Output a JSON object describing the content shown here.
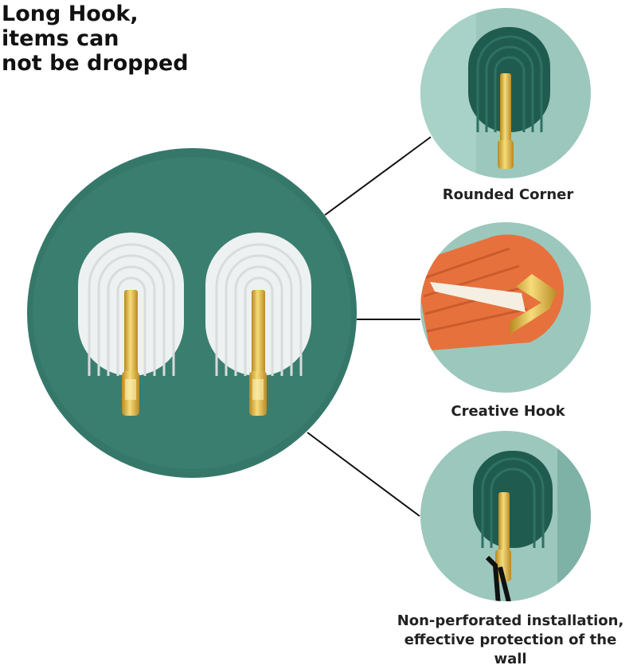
{
  "headline": {
    "lines": [
      "Long Hook,",
      "items can",
      "not be dropped"
    ]
  },
  "features": [
    {
      "caption": "Rounded Corner"
    },
    {
      "caption": "Creative Hook"
    },
    {
      "caption_lines": [
        "Non-perforated installation,",
        "effective protection of the wall"
      ]
    }
  ],
  "colors": {
    "main_circle": "#35786a",
    "detail_circle_bg": "#9cc7bd",
    "hook_plate_white": "#f1f3f3",
    "hook_plate_green": "#1f5c4f",
    "hook_plate_orange": "#e7713d",
    "gold": "#d9b24a",
    "connector_line": "#111111"
  }
}
